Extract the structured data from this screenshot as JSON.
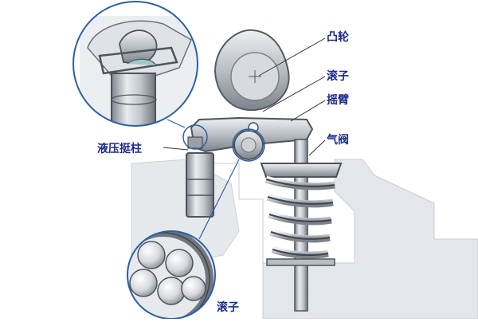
{
  "labels": {
    "cam": "凸轮",
    "roller_top": "滚子",
    "rocker_arm": "摇臂",
    "valve": "气阀",
    "hydraulic_lifter": "液压挺柱",
    "roller_bottom": "滚子"
  },
  "colors": {
    "label_text": "#1a2a8c",
    "leader_line": "#333333",
    "circle_outline": "#2b5fa8",
    "metal": "#a9afb6",
    "background_block": "#e3e6ea"
  }
}
